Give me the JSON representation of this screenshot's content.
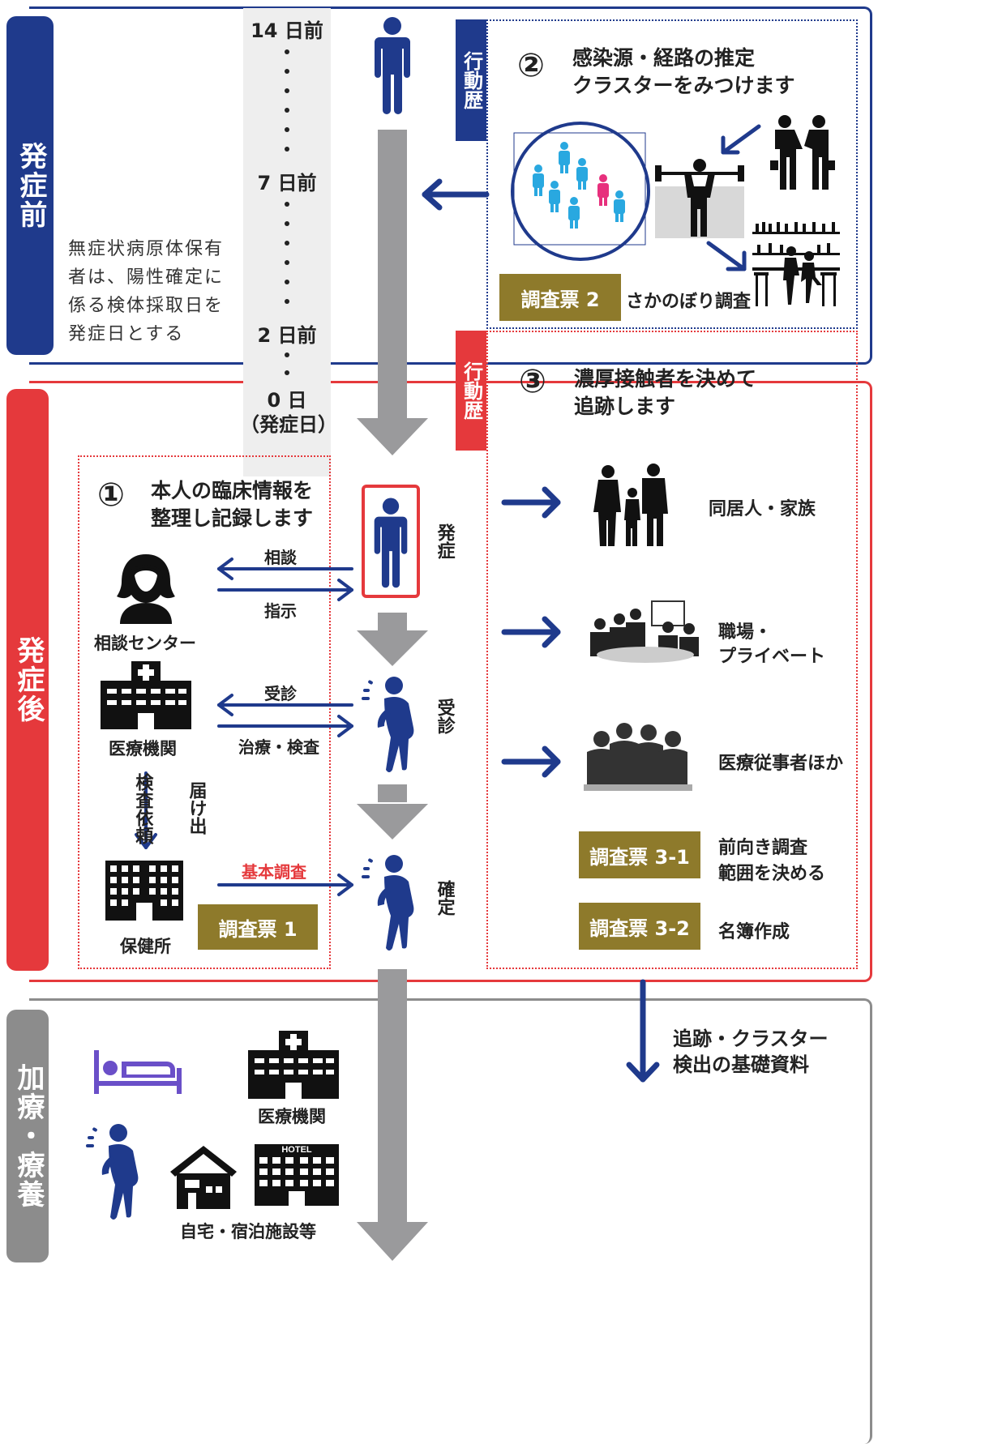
{
  "phases": {
    "before": {
      "label": "発症前",
      "color": "#1f3a8c"
    },
    "after": {
      "label": "発症後",
      "color": "#e5393c"
    },
    "treatment": {
      "label": "加療・療養",
      "color": "#8c8c8c"
    }
  },
  "timeline": {
    "day14": "14 日前",
    "day7": "7 日前",
    "day2": "2 日前",
    "day0": "0 日",
    "onset_note": "（発症日）",
    "asymptomatic_note": "無症状病原体保有者は、陽性確定に係る検体採取日を発症日とする"
  },
  "activity_tag": "行動歴",
  "section2": {
    "number": "②",
    "title_line1": "感染源・経路の推定",
    "title_line2": "クラスターをみつけます",
    "form_label": "調査票 2",
    "retro_label": "さかのぼり調査"
  },
  "section3": {
    "number": "③",
    "title_line1": "濃厚接触者を決めて",
    "title_line2": "追跡します",
    "contact1": "同居人・家族",
    "contact2_line1": "職場・",
    "contact2_line2": "プライベート",
    "contact3": "医療従事者ほか",
    "form31": "調査票 3-1",
    "form31_desc_line1": "前向き調査",
    "form31_desc_line2": "範囲を決める",
    "form32": "調査票 3-2",
    "form32_desc": "名簿作成"
  },
  "section1": {
    "number": "①",
    "title_line1": "本人の臨床情報を",
    "title_line2": "整理し記録します",
    "consult": "相談",
    "instruct": "指示",
    "consult_center": "相談センター",
    "visit": "受診",
    "treat_test": "治療・検査",
    "medical_inst": "医療機関",
    "test_request": "検査依頼",
    "notification": "届け出",
    "basic_survey": "基本調査",
    "health_center": "保健所",
    "form1": "調査票 1"
  },
  "patient_states": {
    "onset": "発症",
    "visit": "受診",
    "confirmed": "確定"
  },
  "tracking_note_line1": "追跡・クラスター",
  "tracking_note_line2": "検出の基礎資料",
  "treatment": {
    "medical_inst": "医療機関",
    "hotel_sign": "HOTEL",
    "home_lodging": "自宅・宿泊施設等"
  },
  "colors": {
    "navy": "#1f3a8c",
    "red": "#e5393c",
    "gray": "#8c8c8c",
    "gold": "#8e7a2b",
    "cyan": "#29a8e0",
    "magenta": "#e7307d",
    "purple": "#6a4fc8"
  }
}
